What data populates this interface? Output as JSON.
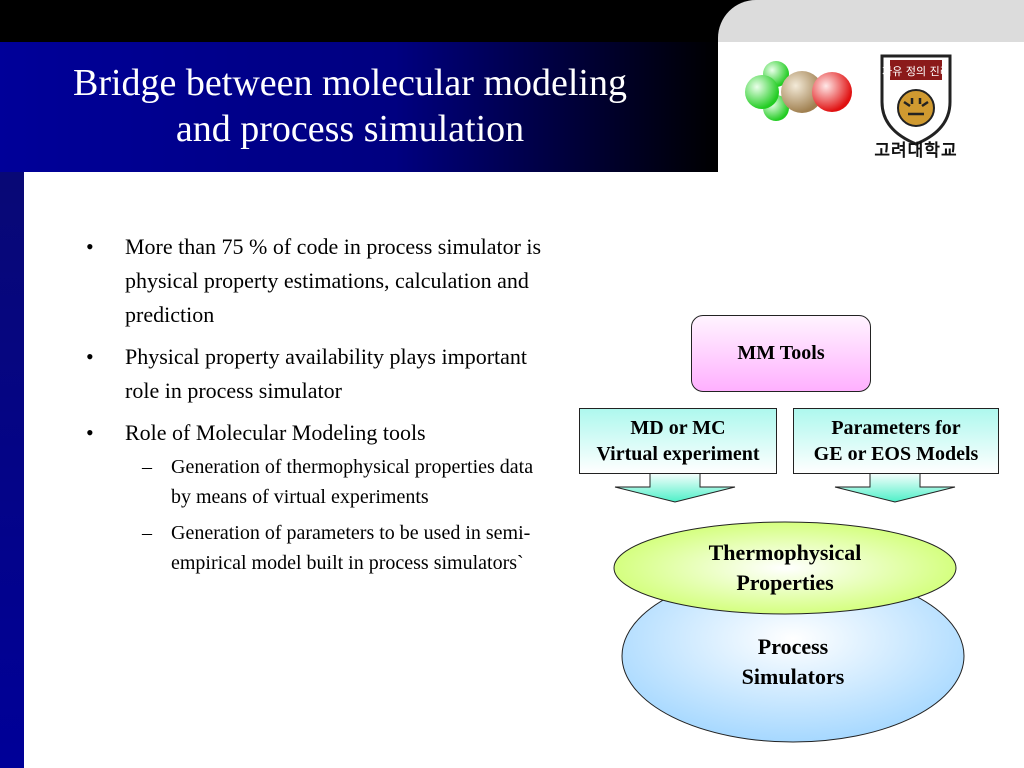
{
  "slide": {
    "title_line1": "Bridge between molecular modeling",
    "title_line2": "and process simulation",
    "logo_text": "고려대학교",
    "logo_seal_text": "자유 정의 진리"
  },
  "bullets": [
    {
      "level": 1,
      "marker": "•",
      "text": "More than 75 % of code in process simulator is physical property estimations, calculation and prediction"
    },
    {
      "level": 1,
      "marker": "•",
      "text": "Physical property availability plays important role in process simulator"
    },
    {
      "level": 1,
      "marker": "•",
      "text": "Role of Molecular Modeling tools"
    },
    {
      "level": 2,
      "marker": "–",
      "text": "Generation of thermophysical properties data by means of virtual experiments"
    },
    {
      "level": 2,
      "marker": "–",
      "text": "Generation of parameters to be used in semi-empirical model built in process simulators`"
    }
  ],
  "diagram": {
    "mm_tools": "MM Tools",
    "md_line1": "MD or MC",
    "md_line2": "Virtual experiment",
    "param_line1": "Parameters for",
    "param_line2": "GE or EOS Models",
    "thermo_line1": "Thermophysical",
    "thermo_line2": "Properties",
    "process_line1": "Process",
    "process_line2": "Simulators"
  },
  "colors": {
    "title_bg": "#000099",
    "mm_fill": "#ffb0ff",
    "box_fill": "#aef8ee",
    "thermo_fill": "#ccff66",
    "process_fill": "#a6d8ff"
  }
}
